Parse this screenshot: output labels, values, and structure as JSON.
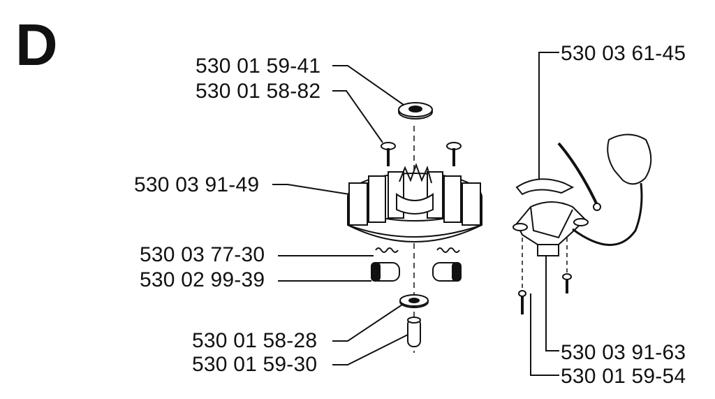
{
  "section": {
    "letter": "D"
  },
  "parts": {
    "p1": "530 01 59-41",
    "p2": "530 01 58-82",
    "p3": "530 03 91-49",
    "p4": "530 03 77-30",
    "p5": "530 02 99-39",
    "p6": "530 01 58-28",
    "p7": "530 01 59-30",
    "p8": "530 03 61-45",
    "p9": "530 03 91-63",
    "p10": "530 01 59-54"
  }
}
